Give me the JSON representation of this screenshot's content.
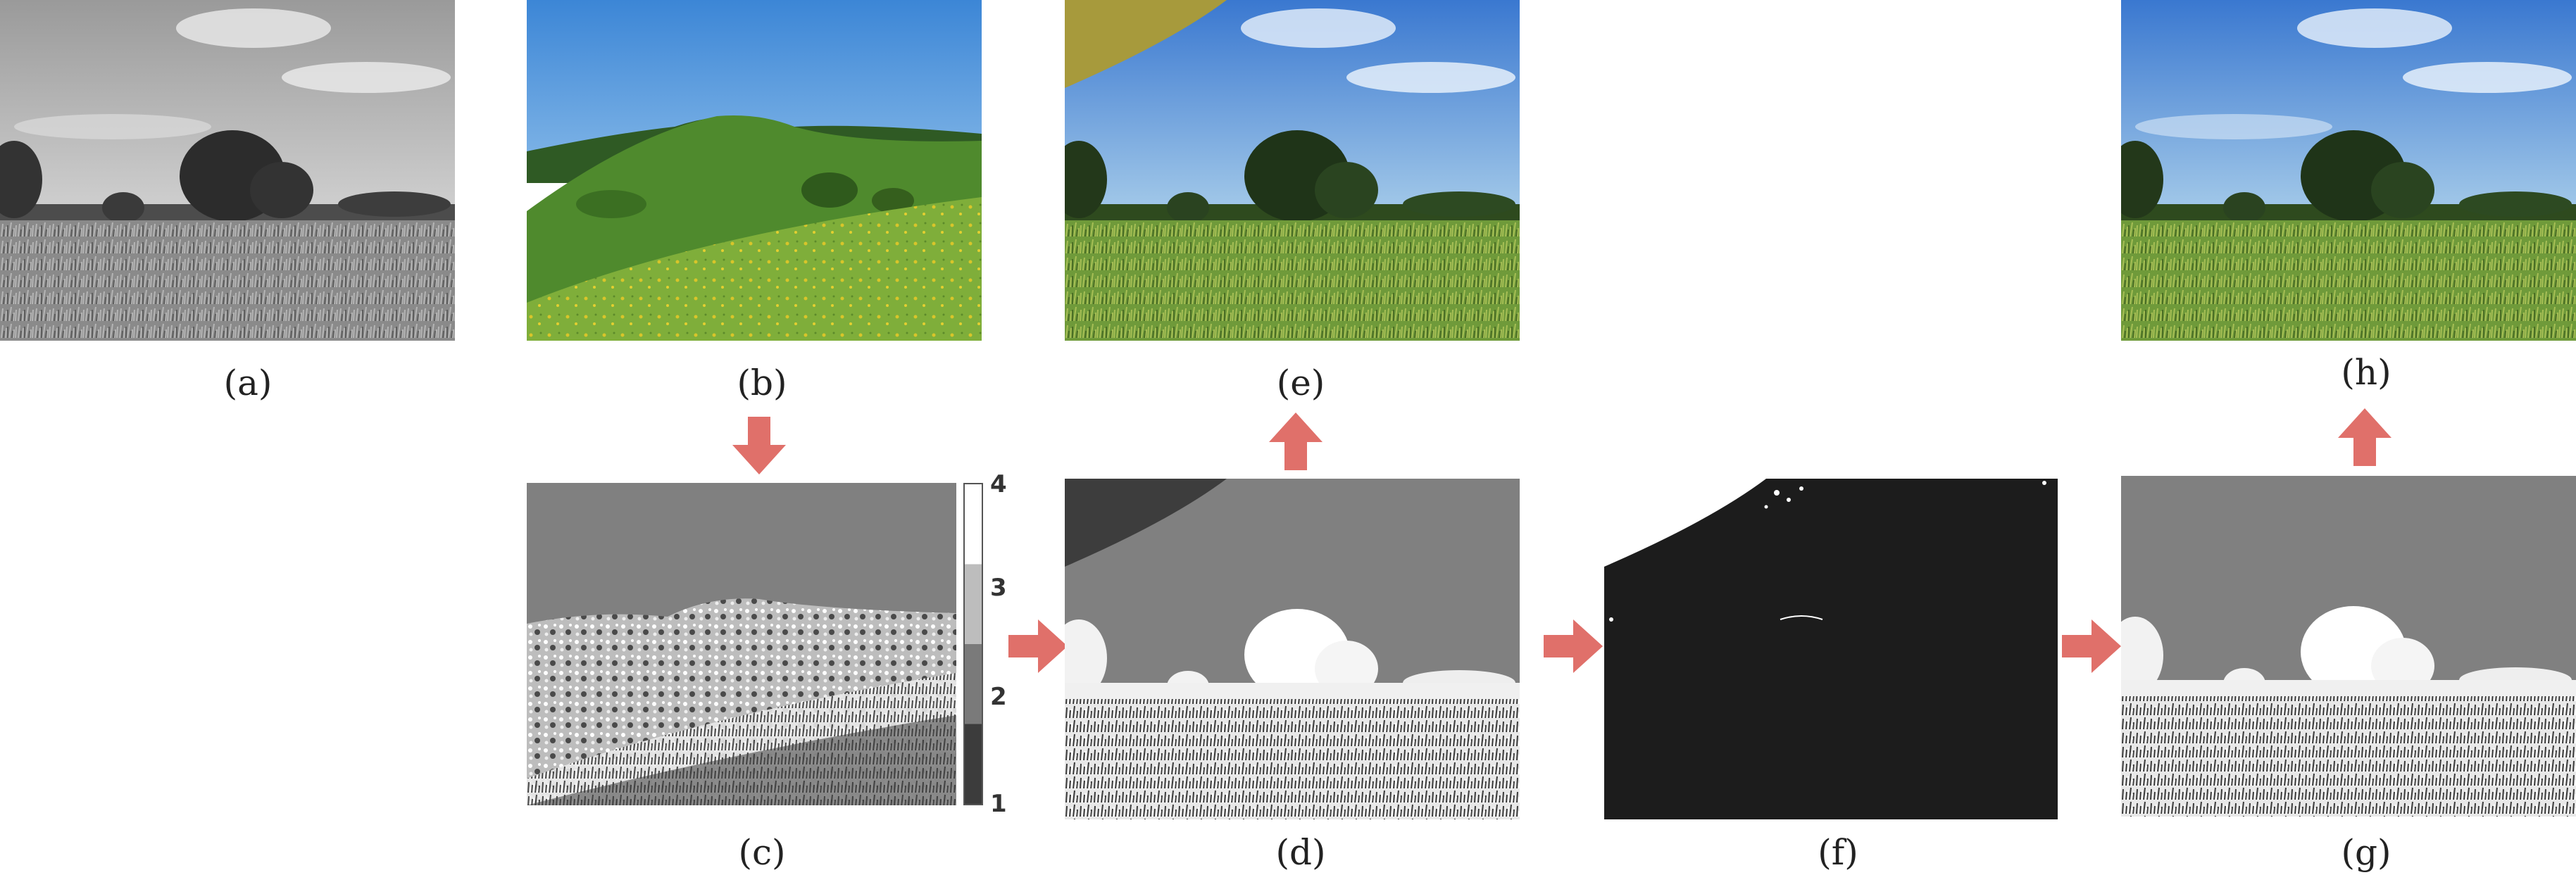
{
  "captions": {
    "a": "(a)",
    "b": "(b)",
    "c": "(c)",
    "d": "(d)",
    "e": "(e)",
    "f": "(f)",
    "g": "(g)",
    "h": "(h)"
  },
  "colorbar": {
    "ticks": [
      "4",
      "3",
      "2",
      "1"
    ]
  },
  "colors": {
    "arrow": "#e0706a",
    "sky_blue": "#4a86d8",
    "grass_green": "#6f9a3a",
    "segment_gray": "#808080",
    "mask_black": "#1c1c1c"
  }
}
